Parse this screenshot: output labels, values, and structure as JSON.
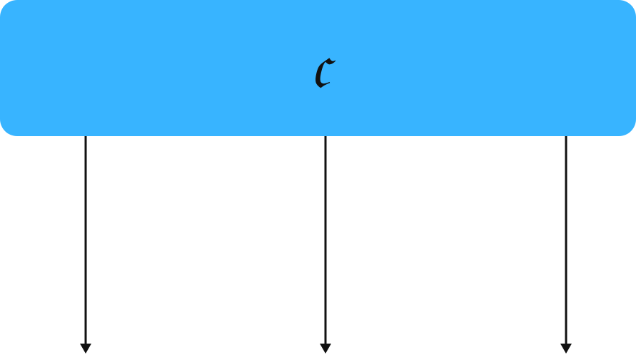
{
  "diagram": {
    "box": {
      "label": "𝔠",
      "fill_color": "#38B4FF"
    },
    "arrows": [
      {
        "name": "left"
      },
      {
        "name": "middle"
      },
      {
        "name": "right"
      }
    ],
    "arrow_color": "#111111"
  }
}
